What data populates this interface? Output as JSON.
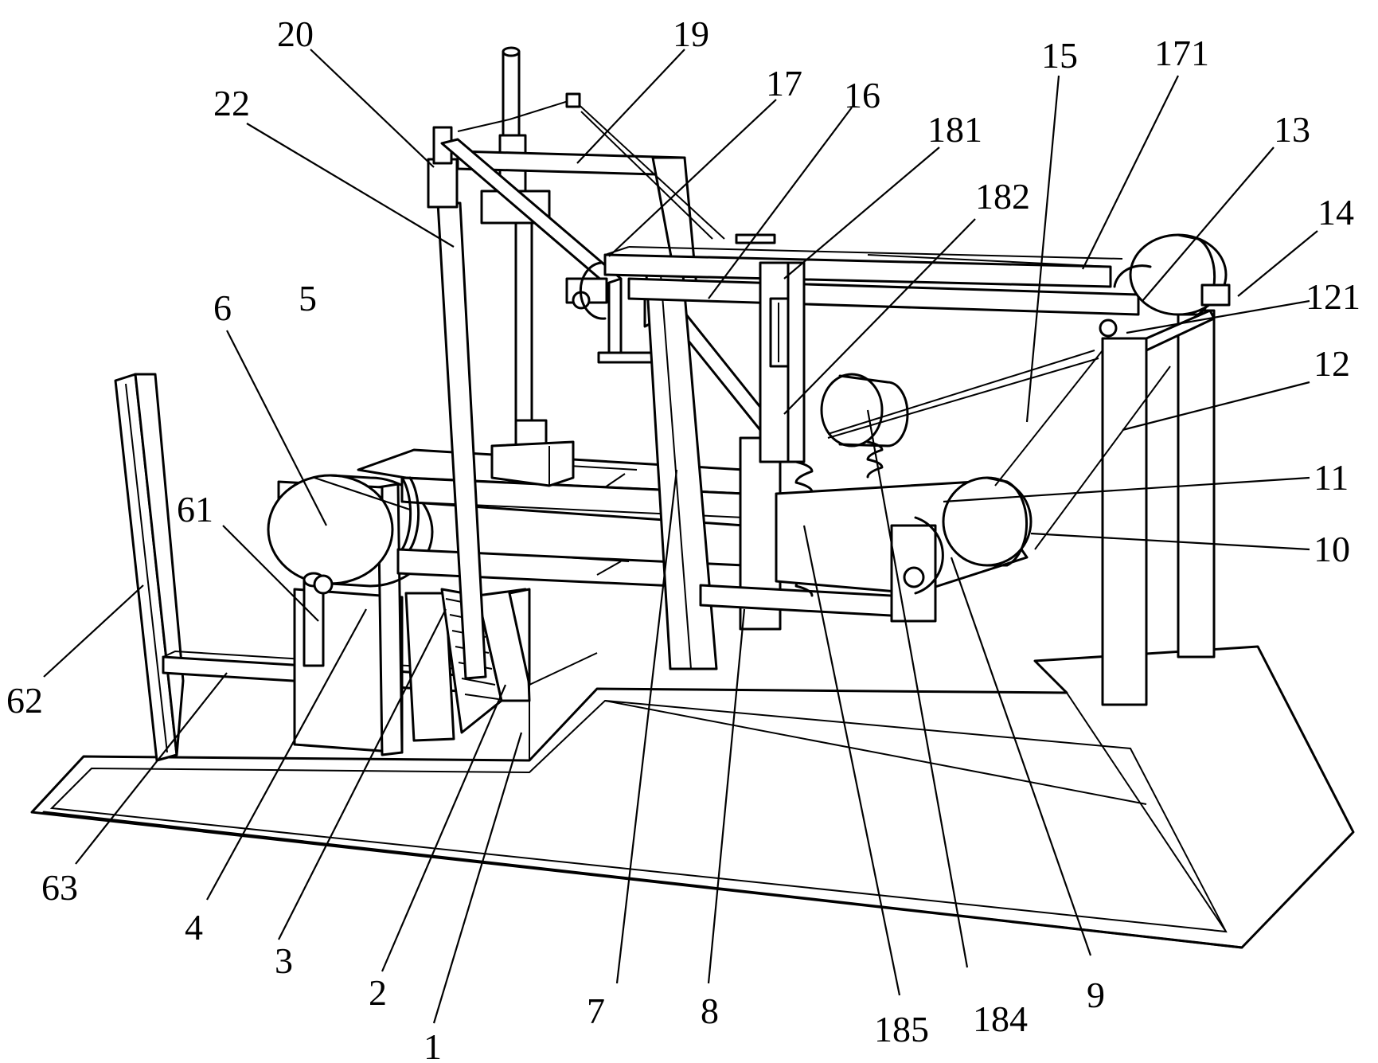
{
  "labels": {
    "l1": "1",
    "l2": "2",
    "l3": "3",
    "l4": "4",
    "l5": "5",
    "l6": "6",
    "l7": "7",
    "l8": "8",
    "l9": "9",
    "l10": "10",
    "l11": "11",
    "l12": "12",
    "l13": "13",
    "l14": "14",
    "l15": "15",
    "l16": "16",
    "l17": "17",
    "l19": "19",
    "l20": "20",
    "l22": "22",
    "l61": "61",
    "l62": "62",
    "l63": "63",
    "l121": "121",
    "l171": "171",
    "l181": "181",
    "l182": "182",
    "l184": "184",
    "l185": "185"
  }
}
